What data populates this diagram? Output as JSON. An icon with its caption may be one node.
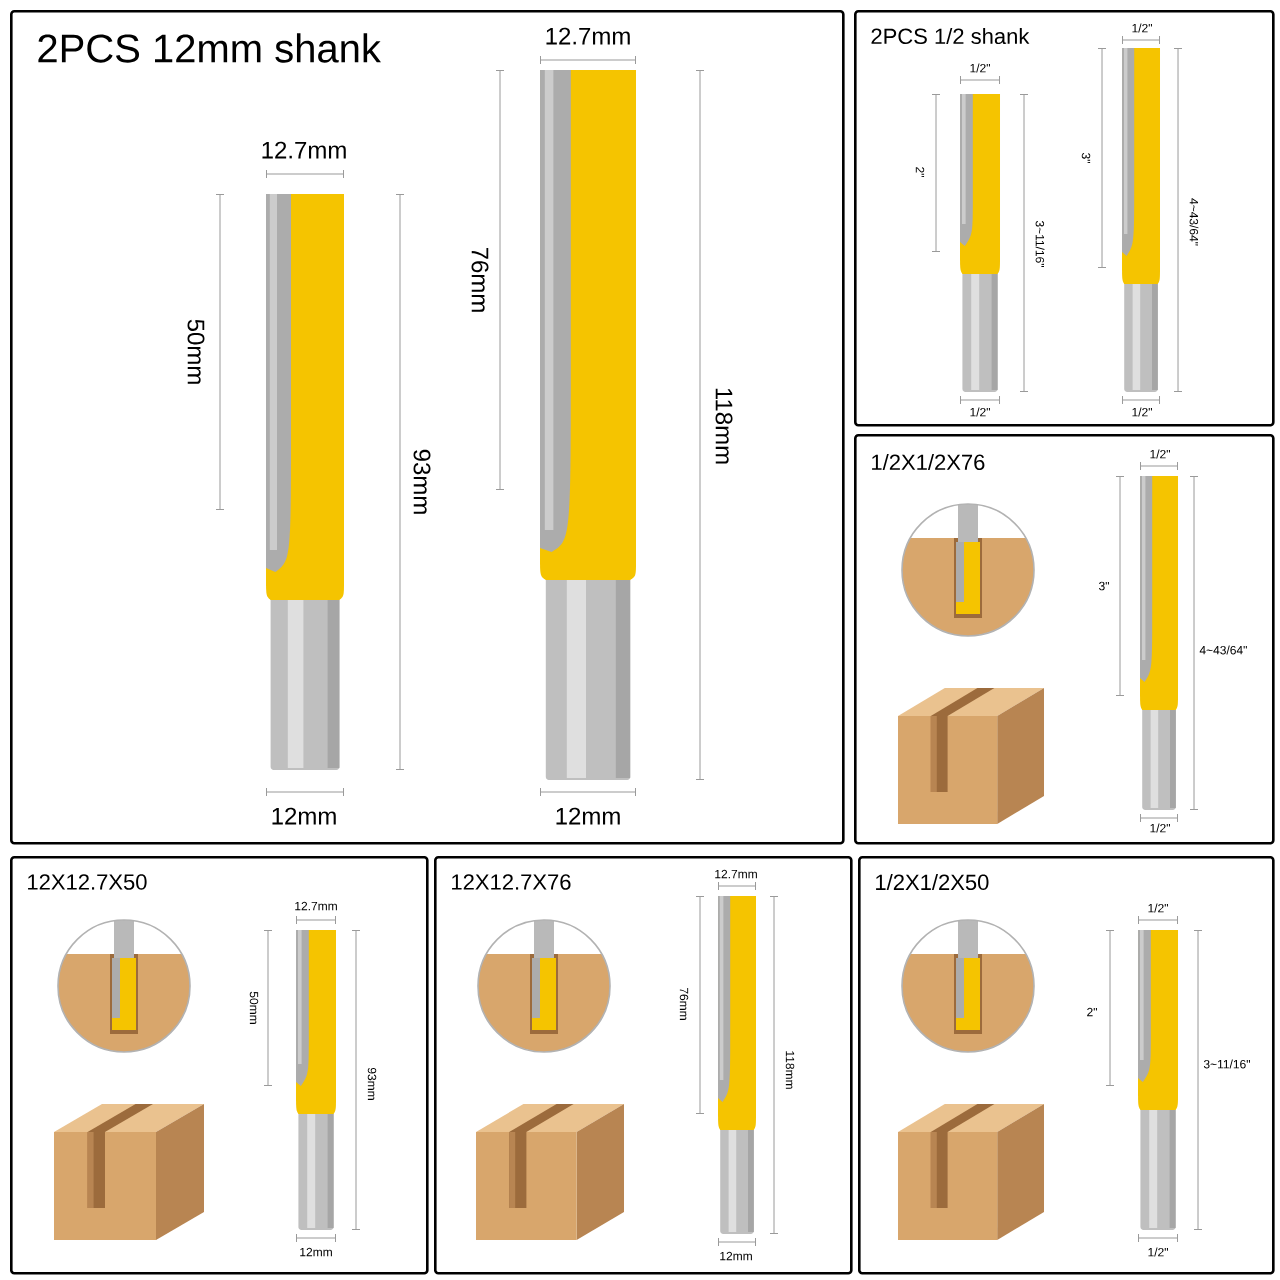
{
  "diagram": {
    "nodes": [
      {
        "text": [
          "2PCS 12mm shank"
        ]
      },
      {
        "text": [
          "2PCS 1/2 shank"
        ]
      },
      {
        "text": [
          "1/2X1/2X76"
        ]
      },
      {
        "text": [
          "12X12.7X50"
        ]
      },
      {
        "text": [
          "12X12.7X76"
        ]
      },
      {
        "text": [
          "1/2X1/2X50"
        ]
      }
    ],
    "labels": [
      "12.7mm",
      "12.7mm",
      "76mm",
      "118mm",
      "50mm",
      "93mm",
      "12mm",
      "12mm",
      "1/2\"",
      "1/2\"",
      "3\"",
      "4~43/64\"",
      "2\"",
      "3~11/16\"",
      "1/2\"",
      "1/2\"",
      "1/2\"",
      "3\"",
      "4~43/64\"",
      "1/2\"",
      "12.7mm",
      "50mm",
      "93mm",
      "12mm",
      "12.7mm",
      "76mm",
      "118mm",
      "12mm",
      "1/2\"",
      "2\"",
      "3~11/16\"",
      "1/2\""
    ]
  }
}
